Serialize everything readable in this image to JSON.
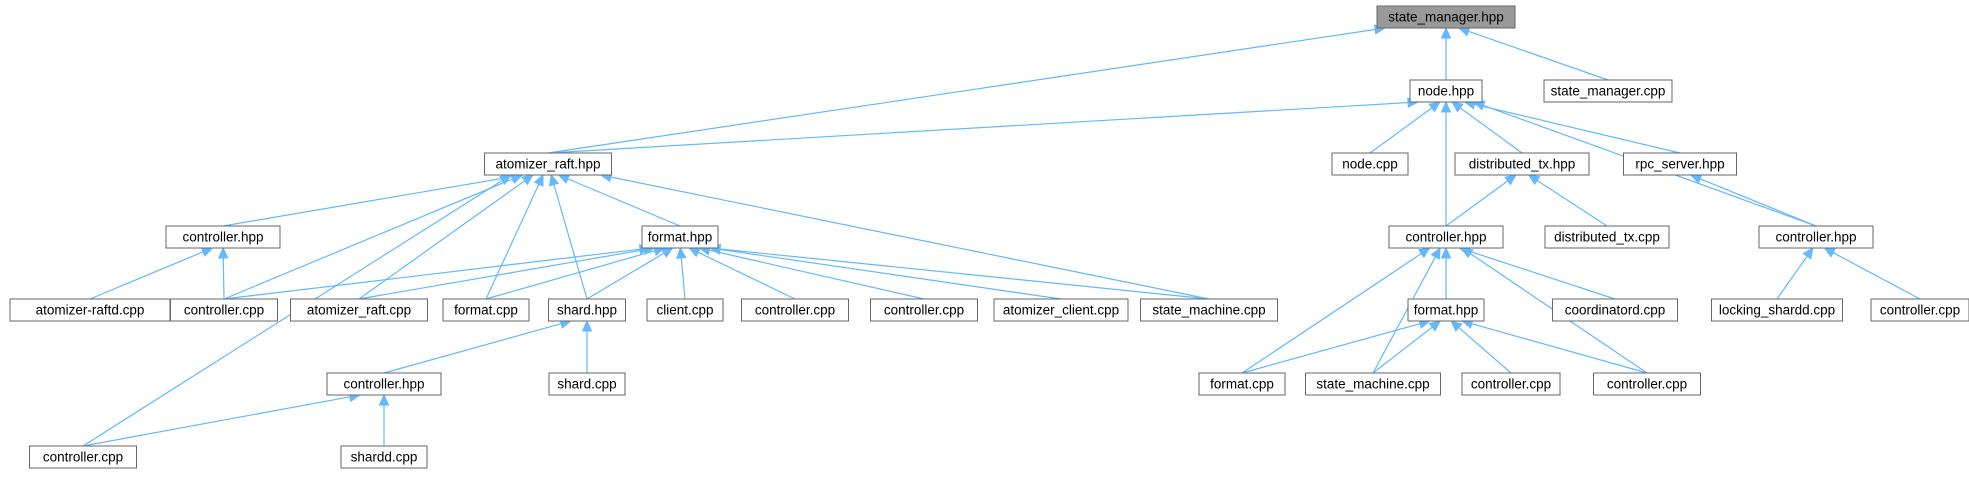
{
  "nodes": [
    {
      "id": "n0",
      "label": "state_manager.hpp",
      "root": true
    },
    {
      "id": "n1",
      "label": "node.hpp"
    },
    {
      "id": "n2",
      "label": "state_manager.cpp"
    },
    {
      "id": "n3",
      "label": "atomizer_raft.hpp"
    },
    {
      "id": "n4",
      "label": "node.cpp"
    },
    {
      "id": "n5",
      "label": "distributed_tx.hpp"
    },
    {
      "id": "n6",
      "label": "rpc_server.hpp"
    },
    {
      "id": "n7",
      "label": "controller.hpp"
    },
    {
      "id": "n8",
      "label": "format.hpp"
    },
    {
      "id": "n9",
      "label": "controller.hpp"
    },
    {
      "id": "n10",
      "label": "distributed_tx.cpp"
    },
    {
      "id": "n11",
      "label": "controller.hpp"
    },
    {
      "id": "n12",
      "label": "atomizer-raftd.cpp"
    },
    {
      "id": "n13",
      "label": "controller.cpp"
    },
    {
      "id": "n14",
      "label": "atomizer_raft.cpp"
    },
    {
      "id": "n15",
      "label": "format.cpp"
    },
    {
      "id": "n16",
      "label": "shard.hpp"
    },
    {
      "id": "n17",
      "label": "client.cpp"
    },
    {
      "id": "n18",
      "label": "controller.cpp"
    },
    {
      "id": "n19",
      "label": "controller.cpp"
    },
    {
      "id": "n20",
      "label": "atomizer_client.cpp"
    },
    {
      "id": "n21",
      "label": "state_machine.cpp"
    },
    {
      "id": "n22",
      "label": "format.hpp"
    },
    {
      "id": "n23",
      "label": "coordinatord.cpp"
    },
    {
      "id": "n24",
      "label": "locking_shardd.cpp"
    },
    {
      "id": "n25",
      "label": "controller.cpp"
    },
    {
      "id": "n26",
      "label": "controller.hpp"
    },
    {
      "id": "n27",
      "label": "shard.cpp"
    },
    {
      "id": "n28",
      "label": "format.cpp"
    },
    {
      "id": "n29",
      "label": "state_machine.cpp"
    },
    {
      "id": "n30",
      "label": "controller.cpp"
    },
    {
      "id": "n31",
      "label": "controller.cpp"
    },
    {
      "id": "n32",
      "label": "controller.cpp"
    },
    {
      "id": "n33",
      "label": "shardd.cpp"
    }
  ],
  "edges": [
    [
      "n0",
      "n1"
    ],
    [
      "n0",
      "n2"
    ],
    [
      "n0",
      "n3"
    ],
    [
      "n1",
      "n3"
    ],
    [
      "n1",
      "n4"
    ],
    [
      "n1",
      "n5"
    ],
    [
      "n1",
      "n6"
    ],
    [
      "n1",
      "n9"
    ],
    [
      "n1",
      "n11"
    ],
    [
      "n3",
      "n7"
    ],
    [
      "n3",
      "n13"
    ],
    [
      "n3",
      "n14"
    ],
    [
      "n3",
      "n15"
    ],
    [
      "n3",
      "n16"
    ],
    [
      "n3",
      "n8"
    ],
    [
      "n3",
      "n21"
    ],
    [
      "n3",
      "n32"
    ],
    [
      "n7",
      "n12"
    ],
    [
      "n7",
      "n13"
    ],
    [
      "n8",
      "n13"
    ],
    [
      "n8",
      "n14"
    ],
    [
      "n8",
      "n15"
    ],
    [
      "n8",
      "n16"
    ],
    [
      "n8",
      "n17"
    ],
    [
      "n8",
      "n18"
    ],
    [
      "n8",
      "n19"
    ],
    [
      "n8",
      "n20"
    ],
    [
      "n8",
      "n21"
    ],
    [
      "n16",
      "n26"
    ],
    [
      "n16",
      "n27"
    ],
    [
      "n26",
      "n32"
    ],
    [
      "n26",
      "n33"
    ],
    [
      "n5",
      "n9"
    ],
    [
      "n5",
      "n10"
    ],
    [
      "n6",
      "n11"
    ],
    [
      "n9",
      "n22"
    ],
    [
      "n9",
      "n28"
    ],
    [
      "n9",
      "n29"
    ],
    [
      "n9",
      "n23"
    ],
    [
      "n9",
      "n31"
    ],
    [
      "n22",
      "n28"
    ],
    [
      "n22",
      "n29"
    ],
    [
      "n22",
      "n30"
    ],
    [
      "n22",
      "n31"
    ],
    [
      "n11",
      "n24"
    ],
    [
      "n11",
      "n25"
    ]
  ]
}
